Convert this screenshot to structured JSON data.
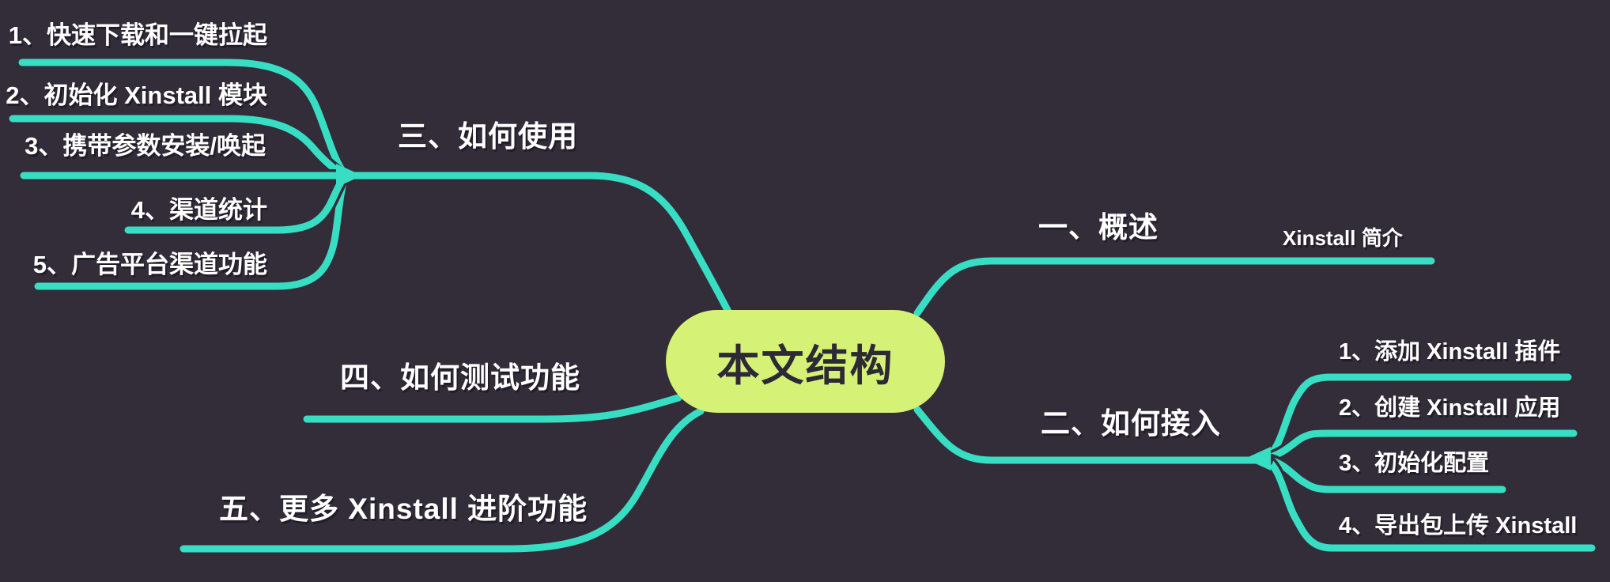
{
  "theme": {
    "bg": "#322D39",
    "line": "#38DEC3",
    "node_fill": "#D5F277",
    "node_text": "#2D2935",
    "text": "#FFFFFF"
  },
  "root": {
    "label": "本文结构"
  },
  "branches": [
    {
      "label": "一、概述",
      "children": [
        {
          "label": "Xinstall 简介"
        }
      ]
    },
    {
      "label": "二、如何接入",
      "children": [
        {
          "label": "1、添加 Xinstall 插件"
        },
        {
          "label": "2、创建 Xinstall 应用"
        },
        {
          "label": "3、初始化配置"
        },
        {
          "label": "4、导出包上传 Xinstall"
        }
      ]
    },
    {
      "label": "三、如何使用",
      "children": [
        {
          "label": "1、快速下载和一键拉起"
        },
        {
          "label": "2、初始化 Xinstall 模块"
        },
        {
          "label": "3、携带参数安装/唤起"
        },
        {
          "label": "4、渠道统计"
        },
        {
          "label": "5、广告平台渠道功能"
        }
      ]
    },
    {
      "label": "四、如何测试功能",
      "children": []
    },
    {
      "label": "五、更多 Xinstall 进阶功能",
      "children": []
    }
  ]
}
